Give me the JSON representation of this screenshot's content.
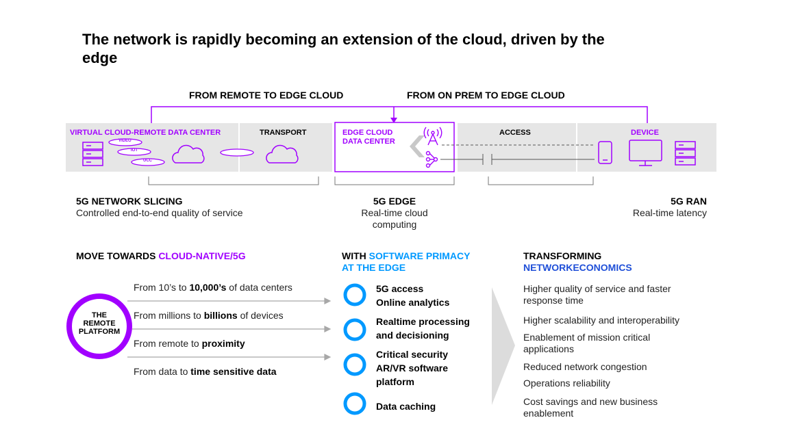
{
  "title": "The network is rapidly becoming an extension of the cloud, driven by the edge",
  "routes": {
    "left": "FROM REMOTE TO EDGE CLOUD",
    "right": "FROM ON PREM TO EDGE CLOUD"
  },
  "segments": {
    "virtual": "VIRTUAL CLOUD-REMOTE DATA CENTER",
    "transport": "TRANSPORT",
    "edge_line1": "EDGE CLOUD",
    "edge_line2": "DATA CENTER",
    "access": "ACCESS",
    "device": "DEVICE"
  },
  "disk_labels": [
    "VIDEO",
    "IOT",
    "UCC"
  ],
  "bottom_labels": {
    "slicing_title": "5G NETWORK SLICING",
    "slicing_sub": "Controlled end-to-end quality of service",
    "edge_title": "5G EDGE",
    "edge_sub1": "Real-time cloud",
    "edge_sub2": "computing",
    "ran_title": "5G RAN",
    "ran_sub": "Real-time latency"
  },
  "left_section": {
    "heading_prefix": "MOVE TOWARDS ",
    "heading_highlight": "CLOUD-NATIVE/5G",
    "platform_line1": "THE",
    "platform_line2": "REMOTE",
    "platform_line3": "PLATFORM",
    "flows": [
      {
        "pre": "From 10’s to ",
        "bold": "10,000’s",
        "post": " of data centers"
      },
      {
        "pre": "From millions to ",
        "bold": "billions",
        "post": " of devices"
      },
      {
        "pre": "From remote to ",
        "bold": "proximity",
        "post": ""
      },
      {
        "pre": "From data to ",
        "bold": "time sensitive data",
        "post": ""
      }
    ]
  },
  "mid_section": {
    "heading_prefix": "WITH ",
    "heading_highlight1": "SOFTWARE PRIMACY",
    "heading_highlight2": "AT THE EDGE",
    "items": [
      {
        "line1": "5G access",
        "line2": "Online analytics"
      },
      {
        "line1": "Realtime processing",
        "line2": "and decisioning"
      },
      {
        "line1": "Critical security",
        "line2": "AR/VR software"
      },
      {
        "line1": "platform",
        "line2": ""
      },
      {
        "line1": "Data caching",
        "line2": ""
      }
    ]
  },
  "right_section": {
    "heading_line1": "TRANSFORMING",
    "heading_line2": "NETWORKECONOMICS",
    "items": [
      "Higher quality of service and faster",
      "response time",
      "Higher scalability and interoperability",
      "Enablement of mission critical",
      "applications",
      "Reduced network congestion",
      "Operations reliability",
      "Cost savings and new business",
      "enablement"
    ]
  },
  "colors": {
    "purple": "#a100ff",
    "blue": "#0099ff",
    "navy": "#1f4fd8",
    "panel_gray": "#e6e6e6"
  }
}
